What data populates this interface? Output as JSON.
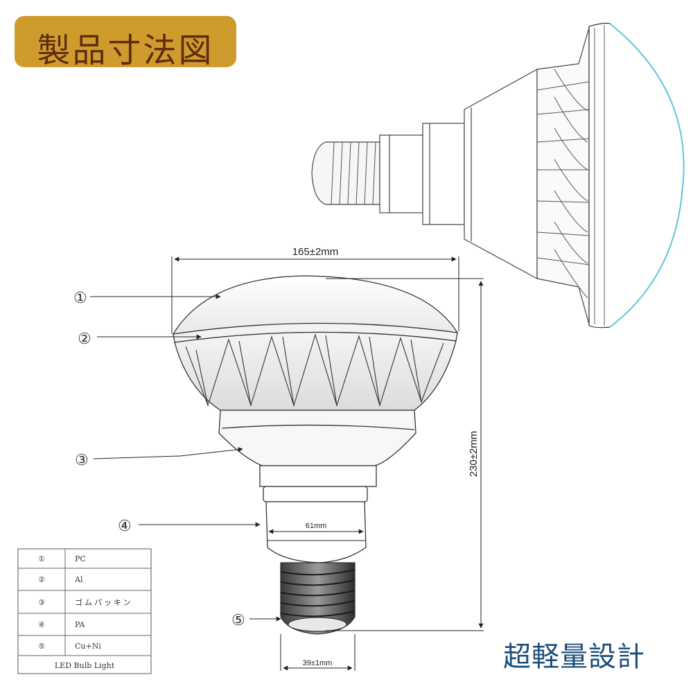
{
  "header": {
    "title": "製品寸法図"
  },
  "footer": {
    "tagline": "超軽量設計"
  },
  "dimensions": {
    "width": "165±2mm",
    "height": "230±2mm",
    "neck": "61mm",
    "base": "39±1mm"
  },
  "callouts": [
    "①",
    "②",
    "③",
    "④",
    "⑤"
  ],
  "legend": {
    "rows": [
      {
        "num": "①",
        "material": "PC"
      },
      {
        "num": "②",
        "material": "Al"
      },
      {
        "num": "③",
        "material": "ゴムパッキン"
      },
      {
        "num": "④",
        "material": "PA"
      },
      {
        "num": "⑤",
        "material": "Cu+Ni"
      }
    ],
    "footer": "LED Bulb Light"
  }
}
